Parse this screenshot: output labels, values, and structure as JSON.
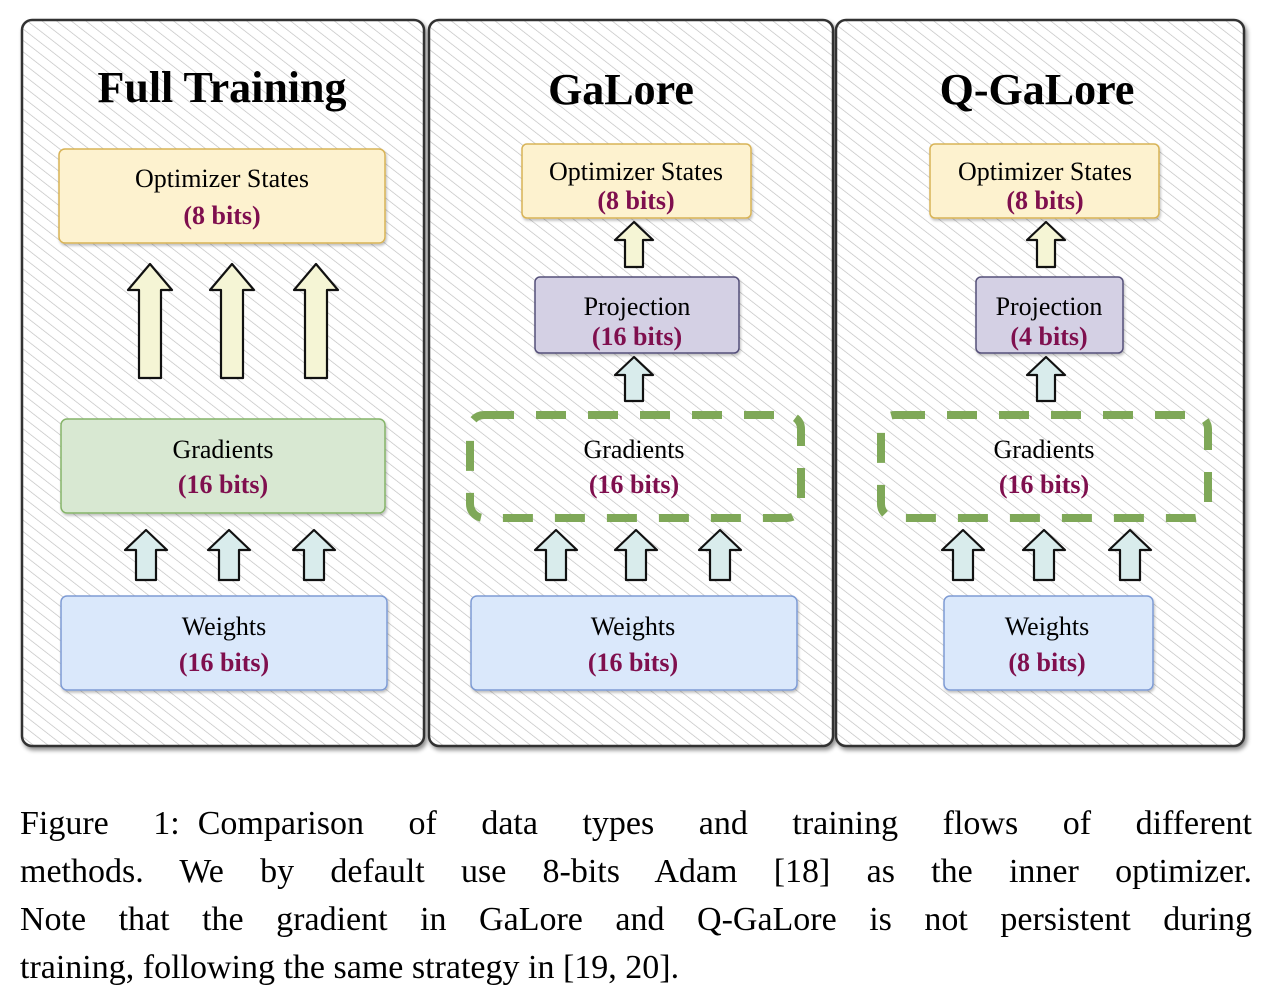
{
  "panels": [
    {
      "id": "full-training",
      "title": "Full Training",
      "optimizer": {
        "label": "Optimizer States",
        "bits": "(8 bits)"
      },
      "gradients": {
        "label": "Gradients",
        "bits": "(16 bits)"
      },
      "weights": {
        "label": "Weights",
        "bits": "(16 bits)"
      }
    },
    {
      "id": "galore",
      "title": "GaLore",
      "optimizer": {
        "label": "Optimizer States",
        "bits": "(8 bits)"
      },
      "projection": {
        "label": "Projection",
        "bits": "(16 bits)"
      },
      "gradients": {
        "label": "Gradients",
        "bits": "(16 bits)"
      },
      "weights": {
        "label": "Weights",
        "bits": "(16 bits)"
      }
    },
    {
      "id": "q-galore",
      "title": "Q-GaLore",
      "optimizer": {
        "label": "Optimizer States",
        "bits": "(8 bits)"
      },
      "projection": {
        "label": "Projection",
        "bits": "(4 bits)"
      },
      "gradients": {
        "label": "Gradients",
        "bits": "(16 bits)"
      },
      "weights": {
        "label": "Weights",
        "bits": "(8 bits)"
      }
    }
  ],
  "caption": {
    "label": "Figure 1:",
    "lines": [
      "Comparison of data types and training flows of different",
      "methods.  We by default use 8-bits Adam [18] as the inner optimizer.",
      "Note that the gradient in GaLore and Q-GaLore is not persistent during",
      "training, following the same strategy in [19, 20]."
    ]
  },
  "colors": {
    "optimizer_fill": "#fdf2cf",
    "optimizer_stroke": "#d8b356",
    "projection_fill": "#d4d0e4",
    "projection_stroke": "#54507a",
    "gradients_fill": "#d8e8d2",
    "gradients_stroke": "#85b469",
    "weights_fill": "#dae8fb",
    "weights_stroke": "#7e9bd4",
    "bits_text": "#7f0f4e",
    "dashed_stroke": "#7fa858",
    "yellow_arrow": "#f5f5d5",
    "teal_arrow": "#d9ecec"
  }
}
